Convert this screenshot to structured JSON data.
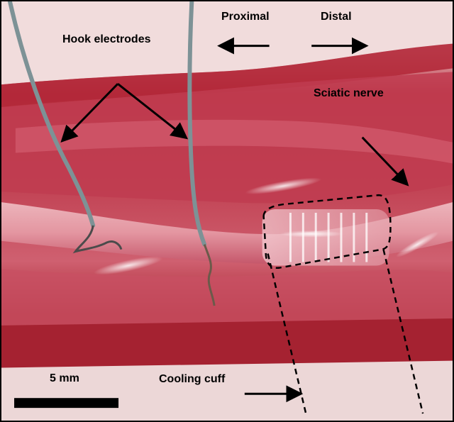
{
  "labels": {
    "hook_electrodes": "Hook electrodes",
    "proximal": "Proximal",
    "distal": "Distal",
    "sciatic_nerve": "Sciatic nerve",
    "cooling_cuff": "Cooling cuff",
    "scale_bar": "5 mm"
  },
  "colors": {
    "annotation": "#000000",
    "tissue_dark": "#9e1e2c",
    "tissue_mid": "#c8465a",
    "tissue_light": "#e6a5ae",
    "skin": "#efd6d6",
    "electrode_wire": "#7d9296"
  }
}
